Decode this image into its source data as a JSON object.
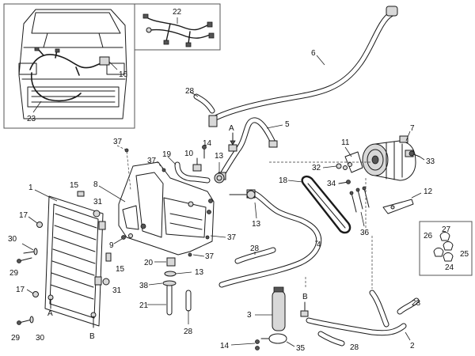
{
  "inset_vehicle": {
    "labels": [
      "16",
      "23"
    ]
  },
  "inset_harness": {
    "label": "22"
  },
  "inset_clips": {
    "labels": [
      "27",
      "26",
      "25",
      "24"
    ]
  },
  "connection_markers": {
    "A": "A",
    "B": "B"
  },
  "part_labels": {
    "p1": "1",
    "p2": "2",
    "p3": "3",
    "p4": "4",
    "p5": "5",
    "p6": "6",
    "p7": "7",
    "p8": "8",
    "p9": "9",
    "p10": "10",
    "p11": "11",
    "p12": "12",
    "p13a": "13",
    "p13b": "13",
    "p13c": "13",
    "p14a": "14",
    "p14b": "14",
    "p15a": "15",
    "p15b": "15",
    "p17a": "17",
    "p17b": "17",
    "p18": "18",
    "p19": "19",
    "p20": "20",
    "p21": "21",
    "p28a": "28",
    "p28b": "28",
    "p28c": "28",
    "p28d": "28",
    "p28e": "28",
    "p29a": "29",
    "p29b": "29",
    "p30a": "30",
    "p30b": "30",
    "p31a": "31",
    "p31b": "31",
    "p32": "32",
    "p33": "33",
    "p34": "34",
    "p35": "35",
    "p36": "36",
    "p37a": "37",
    "p37b": "37",
    "p37c": "37",
    "p37d": "37",
    "p38": "38"
  }
}
